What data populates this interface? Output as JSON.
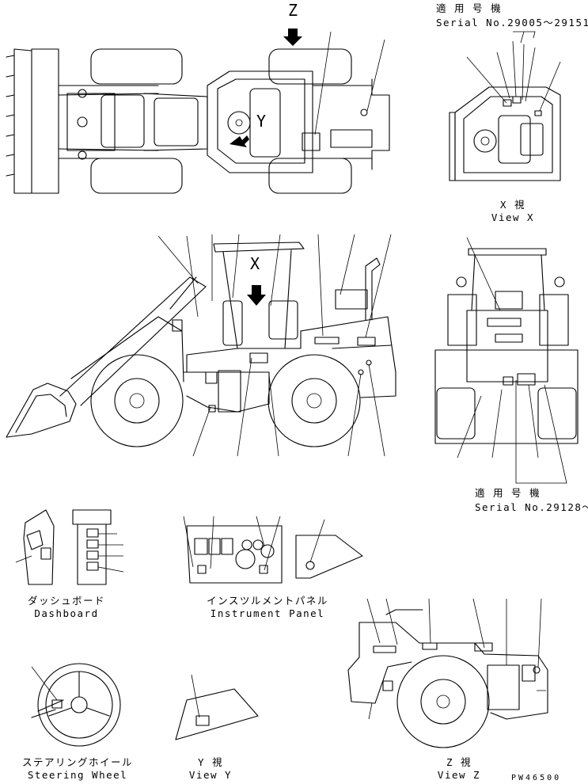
{
  "top_view": {
    "z_marker": "Z"
  },
  "serial_top": {
    "label_jp": "適 用 号 機",
    "serial": "Serial No.29005〜29151"
  },
  "view_x": {
    "label_jp": "X  視",
    "label_en": "View X"
  },
  "side_view": {
    "x_marker": "X",
    "y_marker": "Y"
  },
  "serial_bottom": {
    "label_jp": "適 用 号 機",
    "serial": "Serial No.29128〜"
  },
  "dashboard": {
    "label_jp": "ダッシュボード",
    "label_en": "Dashboard"
  },
  "instrument_panel": {
    "label_jp": "インスツルメントパネル",
    "label_en": "Instrument Panel"
  },
  "steering_wheel": {
    "label_jp": "ステアリングホイール",
    "label_en": "Steering Wheel"
  },
  "view_y": {
    "label_jp": "Y  視",
    "label_en": "View Y"
  },
  "view_z": {
    "label_jp": "Z  視",
    "label_en": "View Z"
  },
  "drawing_number": "PW46500"
}
